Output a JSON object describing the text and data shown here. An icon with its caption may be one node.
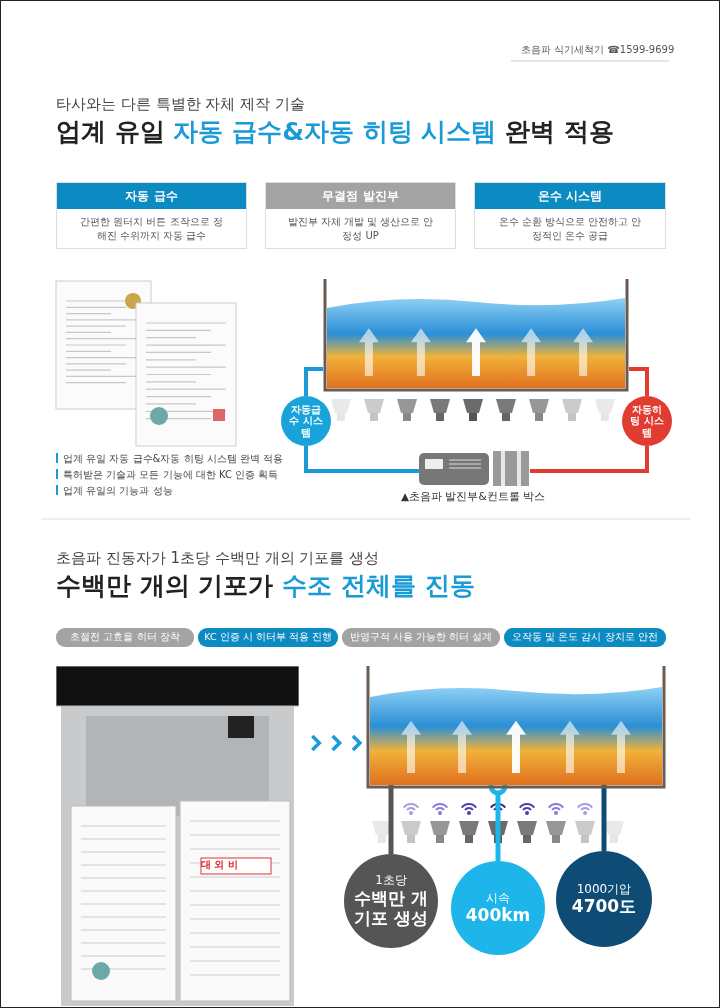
{
  "diagram": {
    "title": "업계 유일 **자동 급수&자동 히팅 시스템** 완벽 적용",
    "nodes": [
      {
        "text": [
          "자동 급수",
          "간편한 원터치 버튼 조작으로 정해진 수위까지 자동 급수"
        ]
      },
      {
        "text": [
          "무결점 발진부",
          "발진부 자체 개발 및 생산으로 안정성 UP"
        ]
      },
      {
        "text": [
          "온수 시스템",
          "온수 순환 방식으로 안전하고 안정적인 온수 공급"
        ]
      },
      {
        "text": [],
        "shape": "picture"
      },
      {
        "text": [
          "자동급수 시스템"
        ]
      },
      {
        "text": [
          "자동히팅 시스템"
        ]
      },
      {
        "text": [],
        "shape": "picture"
      },
      {
        "text": [
          "초절전 고효율 히터 장착"
        ]
      },
      {
        "text": [
          "KC 인증 시 히터부 적용 진행"
        ]
      },
      {
        "text": [
          "반영구적 사용 가능한 히터 설계"
        ]
      },
      {
        "text": [
          "오작동 및 온도 감시 장치로 안전"
        ]
      },
      {
        "text": [],
        "shape": "picture"
      },
      {
        "text": [],
        "shape": "picture"
      },
      {
        "text": [
          "1초당",
          "수백만 개 기포 생성"
        ]
      },
      {
        "text": [
          "시속",
          "400km"
        ]
      },
      {
        "text": [
          "1000기압",
          "4700도"
        ]
      }
    ],
    "edges": [
      {
        "from": 4,
        "to": 3,
        "arrow": "none"
      },
      {
        "from": 4,
        "to": 6,
        "arrow": "none"
      },
      {
        "from": 5,
        "to": 3,
        "arrow": "none",
        "color": "#e03c31"
      },
      {
        "from": 5,
        "to": 6,
        "arrow": "none",
        "color": "#e03c31"
      },
      {
        "from": 11,
        "to": 12,
        "arrow": "to"
      },
      {
        "from": 13,
        "to": 12,
        "arrow": "other",
        "color": "#555555"
      },
      {
        "from": 14,
        "to": 12,
        "arrow": "other",
        "color": "#1eb6ea"
      },
      {
        "from": 15,
        "to": 12,
        "arrow": "other",
        "color": "#0f4c75"
      }
    ],
    "labels": [
      "초음파 식기세척기 ☎1599-9699",
      "타사와는 다른 특별한 자체 제작 기술",
      "업계 유일 자동 급수&자동 히팅 시스템 완벽 적용",
      "특허받은 기술과 모든 기능에 대한 KC 인증 획득",
      "업계 유일의 기능과 성능",
      "▲초음파 발진부&컨트롤 박스",
      "초음파 진동자가 1초당 수백만 개의 기포를 생성",
      "수백만 개의 기포가 **수조 전체를 진동**",
      "대 외 비"
    ]
  }
}
